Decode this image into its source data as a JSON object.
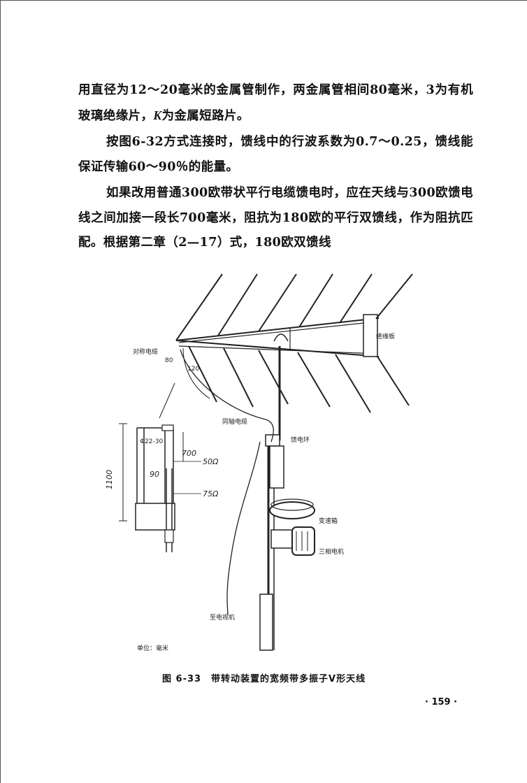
{
  "paragraphs": [
    "用直径为12～20毫米的金属管制作，两金属管相间80毫米，3为有机玻璃绝缘片，",
    "为金属短路片。",
    "按图6-32方式连接时，馈线中的行波系数为0.7～0.25，馈线能保证传输60～90％的能量。",
    "如果改用普通300欧带状平行电缆馈电时，应在天线与300欧馈电线之间加接一段长700毫米，阻抗为180欧的平行双馈线，作为阻抗匹配。根据第二章（2—17）式，180欧双馈线"
  ],
  "k_symbol": "K",
  "figure": {
    "labels": {
      "symmetric_cable": "对称电缆",
      "insulator_board": "绝缘板",
      "coax_cable": "同轴电缆",
      "feed_ring": "馈电环",
      "reducer": "变速箱",
      "motor": "三相电机",
      "to_tv": "至电视机",
      "unit": "单位：毫米",
      "dim_80": "80",
      "dim_120": "120",
      "dim_phi": "Φ22-30",
      "dim_700": "700",
      "dim_50ohm": "50Ω",
      "dim_90": "90",
      "dim_75ohm": "75Ω",
      "dim_1100": "1100"
    }
  },
  "caption": "图 6-33　带转动装置的宽频带多振子V形天线",
  "page_number": "· 159 ·"
}
